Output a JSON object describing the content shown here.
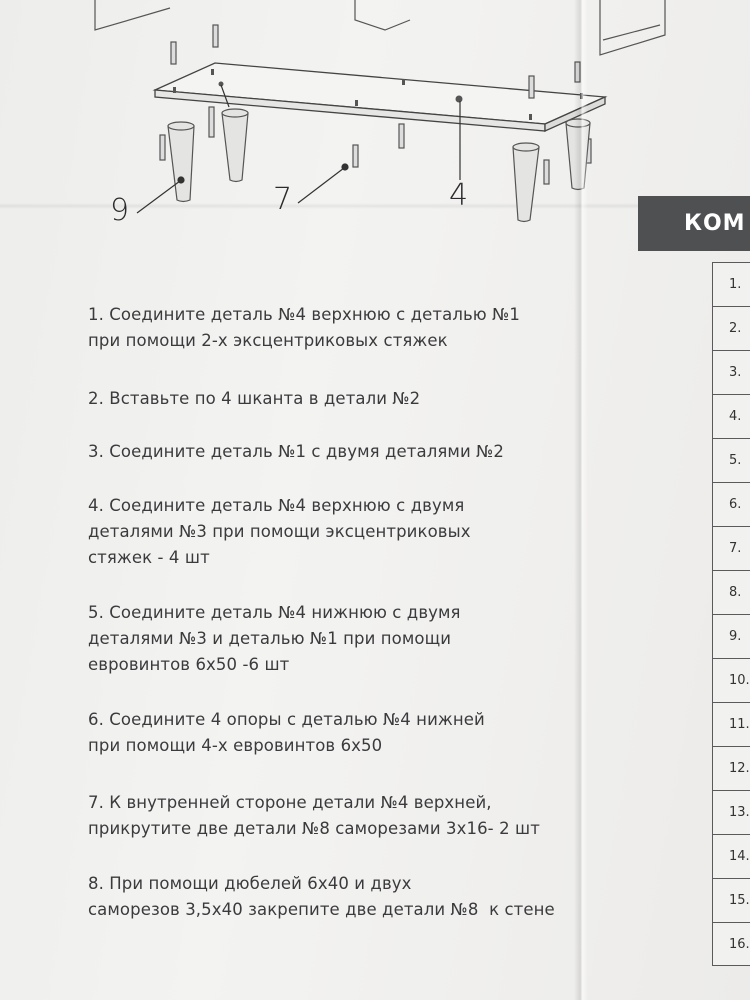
{
  "diagram": {
    "callouts": [
      "9",
      "7",
      "4"
    ]
  },
  "steps": [
    {
      "lines": [
        "1. Соедините деталь №4 верхнюю с деталью №1",
        "при помощи 2-х эксцентриковых стяжек"
      ]
    },
    {
      "lines": [
        "2. Вставьте по 4 шканта в детали №2"
      ]
    },
    {
      "lines": [
        "3. Соедините деталь №1 с двумя деталями №2"
      ]
    },
    {
      "lines": [
        "4. Соедините деталь №4 верхнюю с двумя",
        "деталями №3 при помощи эксцентриковых",
        "стяжек - 4 шт"
      ]
    },
    {
      "lines": [
        "5. Соедините деталь №4 нижнюю с двумя",
        "деталями №3 и деталью №1 при помощи",
        "евровинтов 6х50 -6 шт"
      ]
    },
    {
      "lines": [
        "6. Соедините 4 опоры с деталью №4 нижней",
        "при помощи 4-х евровинтов 6х50"
      ]
    },
    {
      "lines": [
        "7. К внутренней стороне детали №4 верхней,",
        "прикрутите две детали №8 саморезами 3х16- 2 шт"
      ]
    },
    {
      "lines": [
        "8. При помощи дюбелей 6х40 и двух",
        "саморезов 3,5х40 закрепите две детали №8  к стене"
      ]
    }
  ],
  "kom": {
    "header": "КОМ",
    "rows": [
      "1.",
      "2.",
      "3.",
      "4.",
      "5.",
      "6.",
      "7.",
      "8.",
      "9.",
      "10.",
      "11.",
      "12.",
      "13.",
      "14.",
      "15.",
      "16."
    ]
  }
}
